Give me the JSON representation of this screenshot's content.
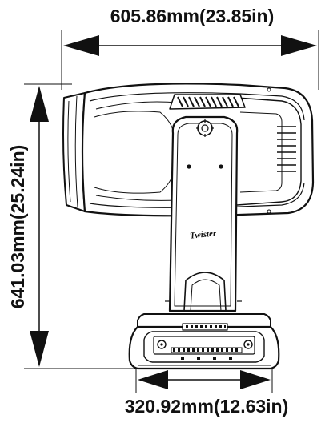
{
  "dimensions": {
    "width_label": "605.86mm(23.85in)",
    "height_label": "641.03mm(25.24in)",
    "base_width_label": "320.92mm(12.63in)"
  },
  "logo": {
    "text": "Twister"
  },
  "colors": {
    "line": "#111111",
    "background": "#ffffff"
  }
}
